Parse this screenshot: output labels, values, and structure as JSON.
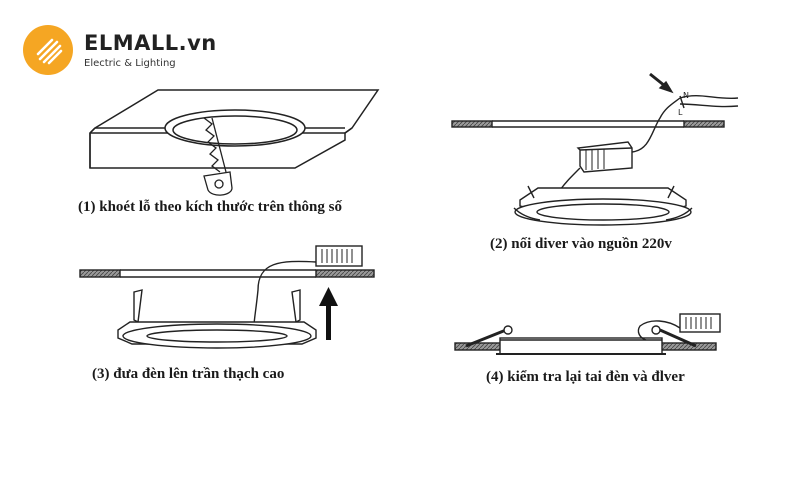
{
  "logo": {
    "brand": "ELMALL",
    "tld": ".vn",
    "tagline": "Electric & Lighting",
    "icon": "bulb-circle-icon",
    "accent_color": "#f5a623"
  },
  "steps": [
    {
      "caption": "(1) khoét lỗ theo kích thước trên thông số"
    },
    {
      "caption": "(2) nối diver vào nguồn 220v"
    },
    {
      "caption": "(3) đưa đèn lên trần thạch cao"
    },
    {
      "caption": "(4) kiểm tra lại tai đèn và đlver"
    }
  ],
  "wiring_labels": {
    "n": "N",
    "l": "L"
  }
}
